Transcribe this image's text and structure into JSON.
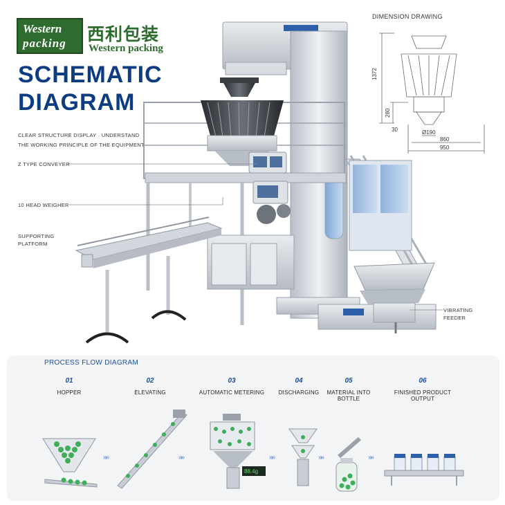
{
  "brand": {
    "logo_line1": "Western",
    "logo_line2": "packing",
    "name_cn": "西利包装",
    "name_en": "Western packing"
  },
  "header": {
    "title_line1": "SCHEMATIC",
    "title_line2": "DIAGRAM",
    "description": "CLEAR STRUCTURE DISPLAY · UNDERSTAND THE WORKING PRINCIPLE OF THE EQUIPMENT"
  },
  "labels": {
    "z_conveyer": "Z TYPE CONVEYER",
    "head_weigher": "10 HEAD WEIGHER",
    "supporting_platform": "SUPPORTING PLATFORM",
    "vibrating_feeder": "VIBRATING FEEDER"
  },
  "dimension_drawing": {
    "title": "DIMENSION DRAWING",
    "height_total": "1372",
    "height_lower": "280",
    "small_offset": "30",
    "diameter": "Ø190",
    "width_mid": "860",
    "width_total": "950"
  },
  "process_flow": {
    "title": "PROCESS FLOW DIAGRAM",
    "arrow_glyph": "»»",
    "weight_readout": "88.4g",
    "steps": [
      {
        "num": "01",
        "label": "HOPPER"
      },
      {
        "num": "02",
        "label": "ELEVATING"
      },
      {
        "num": "03",
        "label": "AUTOMATIC METERING"
      },
      {
        "num": "04",
        "label": "DISCHARGING"
      },
      {
        "num": "05",
        "label": "MATERIAL INTO BOTTLE"
      },
      {
        "num": "06",
        "label": "FINISHED PRODUCT OUTPUT"
      }
    ]
  },
  "colors": {
    "brand_green": "#2e6b2f",
    "title_blue": "#0c3c82",
    "accent_blue": "#1b4e9b",
    "pellet_green": "#3fae5a",
    "steel": "#c9ced6"
  }
}
